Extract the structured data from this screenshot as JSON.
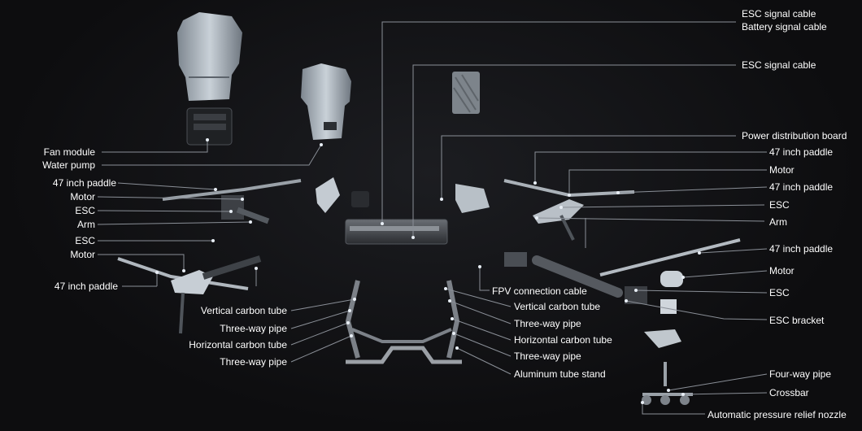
{
  "labels": {
    "esc_signal_cable_1": "ESC signal cable",
    "battery_signal_cable": "Battery signal cable",
    "esc_signal_cable_2": "ESC signal cable",
    "power_distribution_board": "Power distribution board",
    "r_47_paddle_1": "47 inch paddle",
    "r_motor_1": "Motor",
    "r_47_paddle_2": "47 inch paddle",
    "r_esc_1": "ESC",
    "r_arm": "Arm",
    "r_47_paddle_3": "47 inch paddle",
    "r_motor_2": "Motor",
    "r_esc_2": "ESC",
    "esc_bracket": "ESC bracket",
    "four_way_pipe": "Four-way pipe",
    "crossbar": "Crossbar",
    "nozzle": "Automatic pressure relief nozzle",
    "fan_module": "Fan module",
    "water_pump": "Water pump",
    "l_47_paddle_1": "47 inch paddle",
    "l_motor_1": "Motor",
    "l_esc_1": "ESC",
    "l_arm": "Arm",
    "l_esc_2": "ESC",
    "l_motor_2": "Motor",
    "l_47_paddle_2": "47 inch paddle",
    "l_vertical_carbon_tube": "Vertical carbon tube",
    "l_three_way_pipe_1": "Three-way pipe",
    "l_horizontal_carbon_tube": "Horizontal carbon tube",
    "l_three_way_pipe_2": "Three-way pipe",
    "fpv_connection_cable": "FPV connection cable",
    "r_vertical_carbon_tube": "Vertical carbon tube",
    "r_three_way_pipe_1": "Three-way pipe",
    "r_horizontal_carbon_tube": "Horizontal carbon tube",
    "r_three_way_pipe_2": "Three-way pipe",
    "aluminum_tube_stand": "Aluminum tube stand"
  },
  "colors": {
    "leader": "#8a8f97",
    "dot": "#e8eef5",
    "label": "#ffffff",
    "background": "#0d0d0f"
  }
}
